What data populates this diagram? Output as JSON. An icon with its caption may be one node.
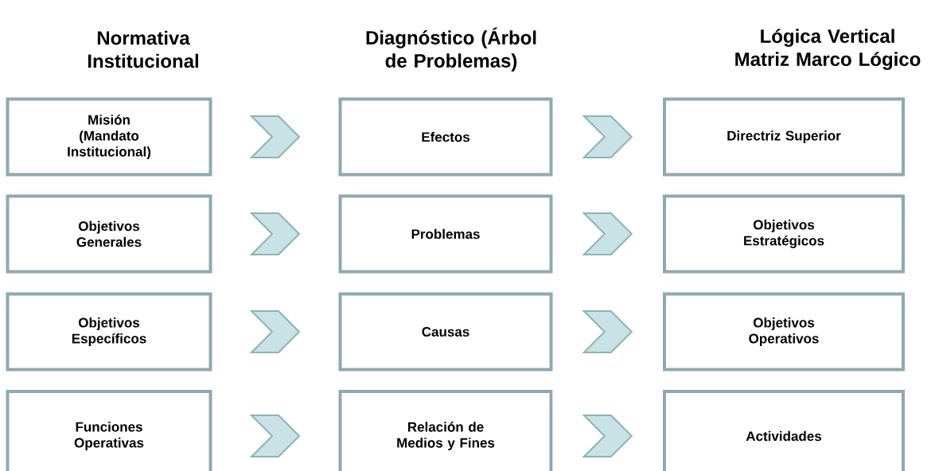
{
  "diagram": {
    "nodes": [
      {
        "text": [
          "Misión (Mandato Institucional)"
        ]
      },
      {
        "text": [
          "Efectos"
        ]
      },
      {
        "text": [
          "Directriz Superior"
        ]
      },
      {
        "text": [
          "Objetivos Generales"
        ]
      },
      {
        "text": [
          "Problemas"
        ]
      },
      {
        "text": [
          "Objetivos Estratégicos"
        ]
      },
      {
        "text": [
          "Objetivos Específicos"
        ]
      },
      {
        "text": [
          "Causas"
        ]
      },
      {
        "text": [
          "Objetivos Operativos"
        ]
      },
      {
        "text": [
          "Funciones Operativas"
        ]
      },
      {
        "text": [
          "Relación de Medios y Fines"
        ]
      },
      {
        "text": [
          "Actividades"
        ]
      }
    ],
    "edges": [
      {
        "from": 0,
        "to": 1,
        "arrow": "to"
      },
      {
        "from": 1,
        "to": 2,
        "arrow": "to"
      },
      {
        "from": 3,
        "to": 4,
        "arrow": "to"
      },
      {
        "from": 4,
        "to": 5,
        "arrow": "to"
      },
      {
        "from": 6,
        "to": 7,
        "arrow": "to"
      },
      {
        "from": 7,
        "to": 8,
        "arrow": "to"
      },
      {
        "from": 9,
        "to": 10,
        "arrow": "to"
      },
      {
        "from": 10,
        "to": 11,
        "arrow": "to"
      }
    ],
    "labels": [
      "Normativa Institucional",
      "Diagnóstico (Árbol de Problemas)",
      "Lógica Vertical Matriz Marco Lógico"
    ]
  }
}
